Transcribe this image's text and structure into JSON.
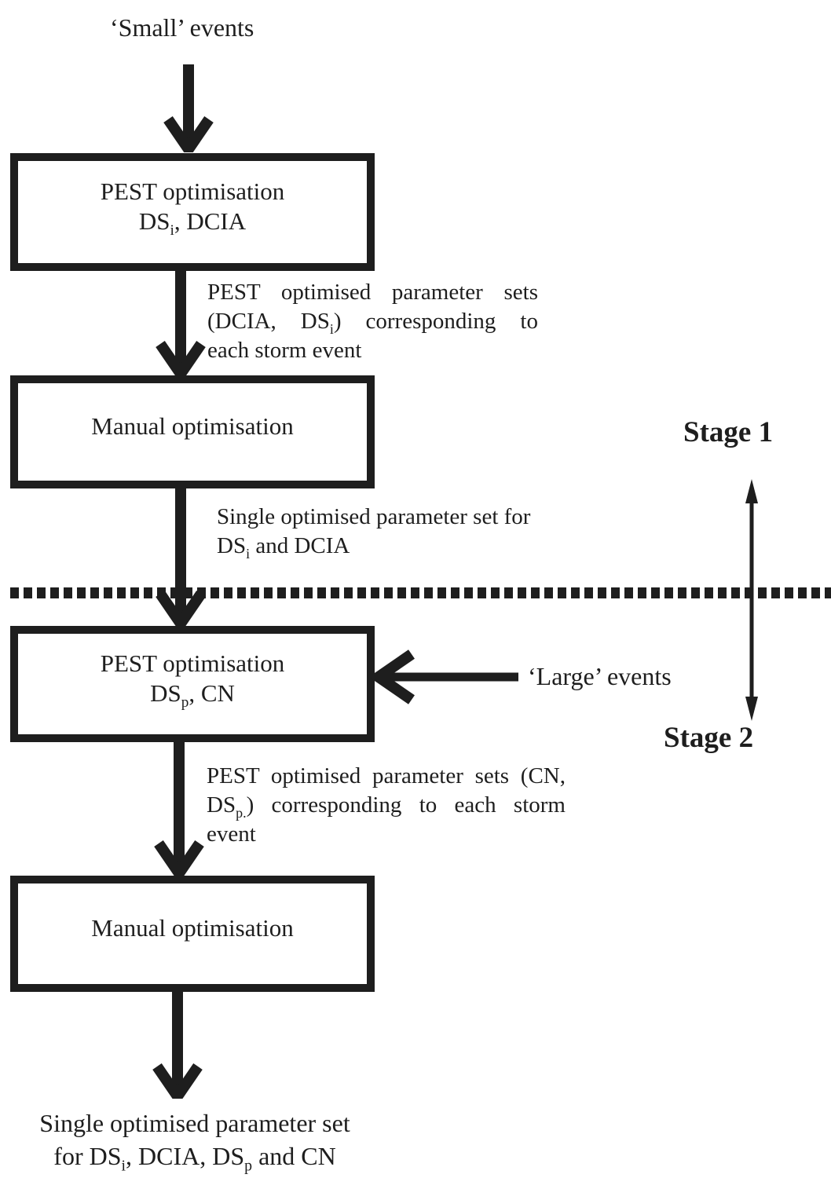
{
  "colors": {
    "ink": "#1e1e1e",
    "background": "#ffffff"
  },
  "flowchart": {
    "inputs": {
      "small_events": [
        [
          {
            "t": "‘Small’ events"
          }
        ]
      ],
      "large_events": [
        [
          {
            "t": "‘Large’ events"
          }
        ]
      ]
    },
    "stages": {
      "stage1": "Stage 1",
      "stage2": "Stage 2"
    },
    "boxes": {
      "pest_optimisation_1": [
        [
          {
            "t": "PEST optimisation"
          }
        ],
        [
          {
            "t": "DS"
          },
          {
            "t": "i",
            "sub": true
          },
          {
            "t": ", DCIA"
          }
        ]
      ],
      "manual_optimisation_1": [
        [
          {
            "t": "Manual optimisation"
          }
        ]
      ],
      "pest_optimisation_2": [
        [
          {
            "t": "PEST optimisation"
          }
        ],
        [
          {
            "t": "DS"
          },
          {
            "t": "p",
            "sub": true
          },
          {
            "t": ", CN"
          }
        ]
      ],
      "manual_optimisation_2": [
        [
          {
            "t": "Manual optimisation"
          }
        ]
      ]
    },
    "arrow_labels": {
      "pest1_output": [
        [
          {
            "t": "PEST optimised parameter sets"
          }
        ],
        [
          {
            "t": "(DCIA, DS"
          },
          {
            "t": "i",
            "sub": true
          },
          {
            "t": ") corresponding to"
          }
        ],
        [
          {
            "t": "each storm event"
          }
        ]
      ],
      "manual1_output": [
        [
          {
            "t": "Single optimised parameter set for"
          }
        ],
        [
          {
            "t": "DS"
          },
          {
            "t": "i",
            "sub": true
          },
          {
            "t": " and DCIA"
          }
        ]
      ],
      "pest2_output": [
        [
          {
            "t": "PEST optimised parameter sets (CN,"
          }
        ],
        [
          {
            "t": "DS"
          },
          {
            "t": "p.",
            "sub": true
          },
          {
            "t": ") corresponding to each storm"
          }
        ],
        [
          {
            "t": "event"
          }
        ]
      ],
      "final_output": [
        [
          {
            "t": "Single optimised parameter set"
          }
        ],
        [
          {
            "t": "for DS"
          },
          {
            "t": "i",
            "sub": true
          },
          {
            "t": ", DCIA, DS"
          },
          {
            "t": "p",
            "sub": true
          },
          {
            "t": " and CN"
          }
        ]
      ]
    }
  }
}
